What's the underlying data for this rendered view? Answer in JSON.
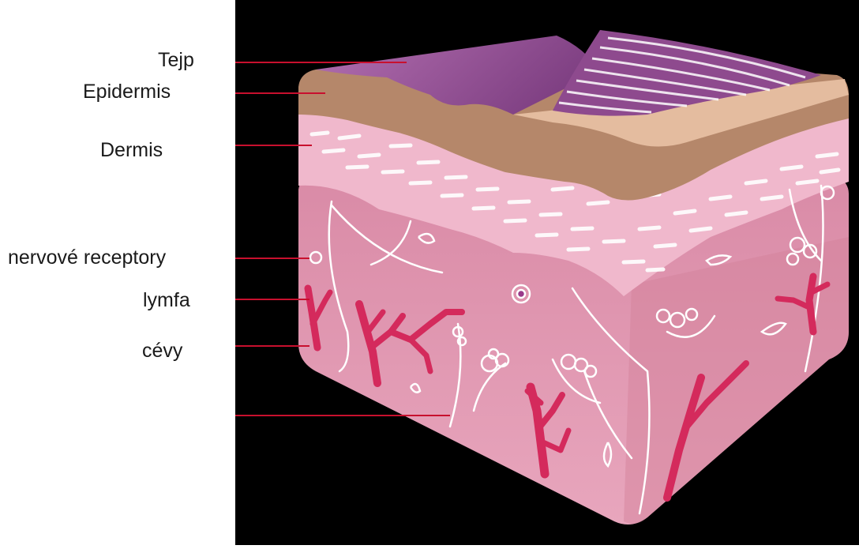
{
  "labels": {
    "tejp": "Tejp",
    "epidermis": "Epidermis",
    "dermis": "Dermis",
    "nervove_receptory": "nervové receptory",
    "lymfa": "lymfa",
    "cevy": "cévy"
  },
  "colors": {
    "background_panel": "#000000",
    "leader_line": "#c8102e",
    "tape": "#9a5a9a",
    "epidermis": "#b5876a",
    "dermis": "#f0b8cc",
    "hypodermis": "#d98aa6",
    "vessel": "#d42a5c",
    "nerve": "#ffffff"
  }
}
